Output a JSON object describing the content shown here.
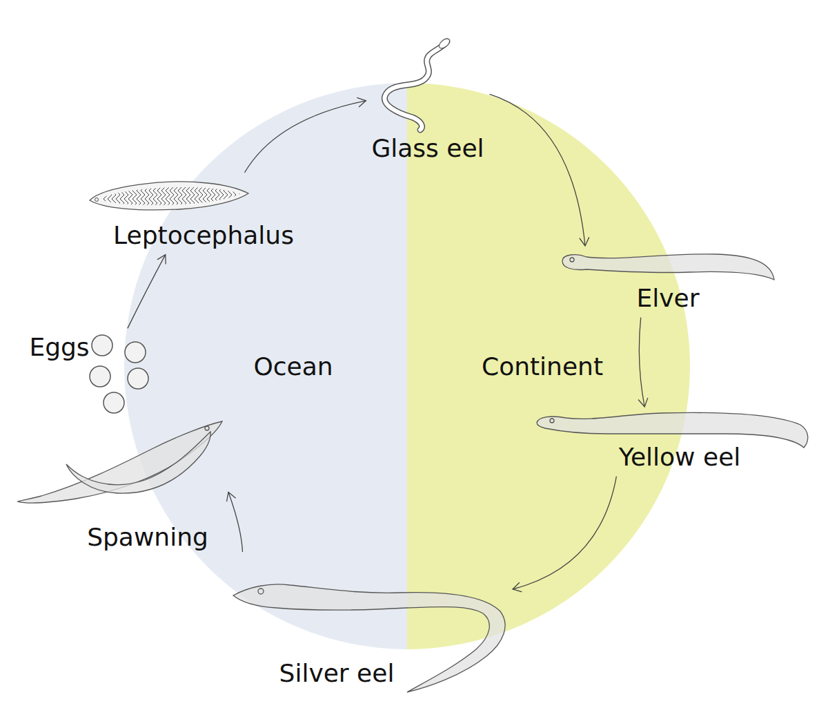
{
  "diagram": {
    "nodes": [
      {
        "text": [
          "Ocean"
        ]
      },
      {
        "text": [
          "Continent"
        ]
      },
      {
        "text": [
          "Glass eel"
        ]
      },
      {
        "text": [
          "Elver"
        ]
      },
      {
        "text": [
          "Yellow eel"
        ]
      },
      {
        "text": [
          "Silver eel"
        ]
      },
      {
        "text": [
          "Spawning"
        ]
      },
      {
        "text": [
          "Eggs"
        ]
      },
      {
        "text": [
          "Leptocephalus"
        ]
      }
    ],
    "edges": [
      {
        "from": 2,
        "to": 3,
        "arrow": "to"
      },
      {
        "from": 3,
        "to": 4,
        "arrow": "to"
      },
      {
        "from": 4,
        "to": 5,
        "arrow": "to"
      },
      {
        "from": 5,
        "to": 6,
        "arrow": "to"
      },
      {
        "from": 7,
        "to": 8,
        "arrow": "to"
      },
      {
        "from": 8,
        "to": 2,
        "arrow": "to"
      }
    ]
  }
}
